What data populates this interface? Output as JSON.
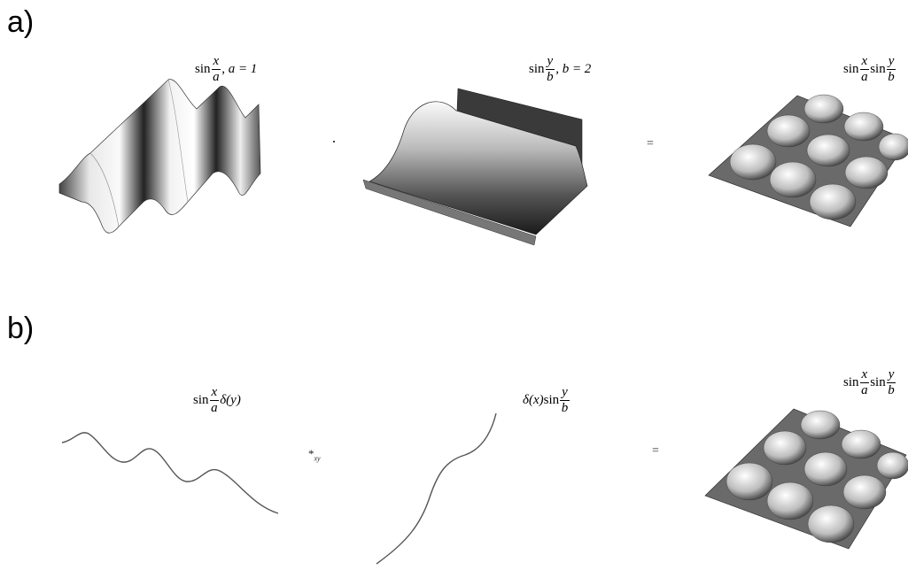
{
  "panels": {
    "a": {
      "label": "a)",
      "f1": {
        "fn": "sin",
        "num": "x",
        "den": "a",
        "tail": ", a = 1"
      },
      "f2": {
        "fn": "sin",
        "num": "y",
        "den": "b",
        "tail": ", b = 2"
      },
      "f3": {
        "fn1": "sin",
        "num1": "x",
        "den1": "a",
        "fn2": "sin",
        "num2": "y",
        "den2": "b"
      },
      "op_multiply": "·",
      "op_equals": "="
    },
    "b": {
      "label": "b)",
      "f1": {
        "fn": "sin",
        "num": "x",
        "den": "a",
        "tail": "δ(y)"
      },
      "f2": {
        "head": "δ(x)",
        "fn": "sin",
        "num": "y",
        "den": "b"
      },
      "f3": {
        "fn1": "sin",
        "num1": "x",
        "den1": "a",
        "fn2": "sin",
        "num2": "y",
        "den2": "b"
      },
      "op_convolve": "*",
      "op_convolve_sub": "xy",
      "op_equals": "="
    }
  },
  "colors": {
    "surface_light": "#f2f2f2",
    "surface_dark": "#2a2a2a",
    "curve": "#555555"
  }
}
